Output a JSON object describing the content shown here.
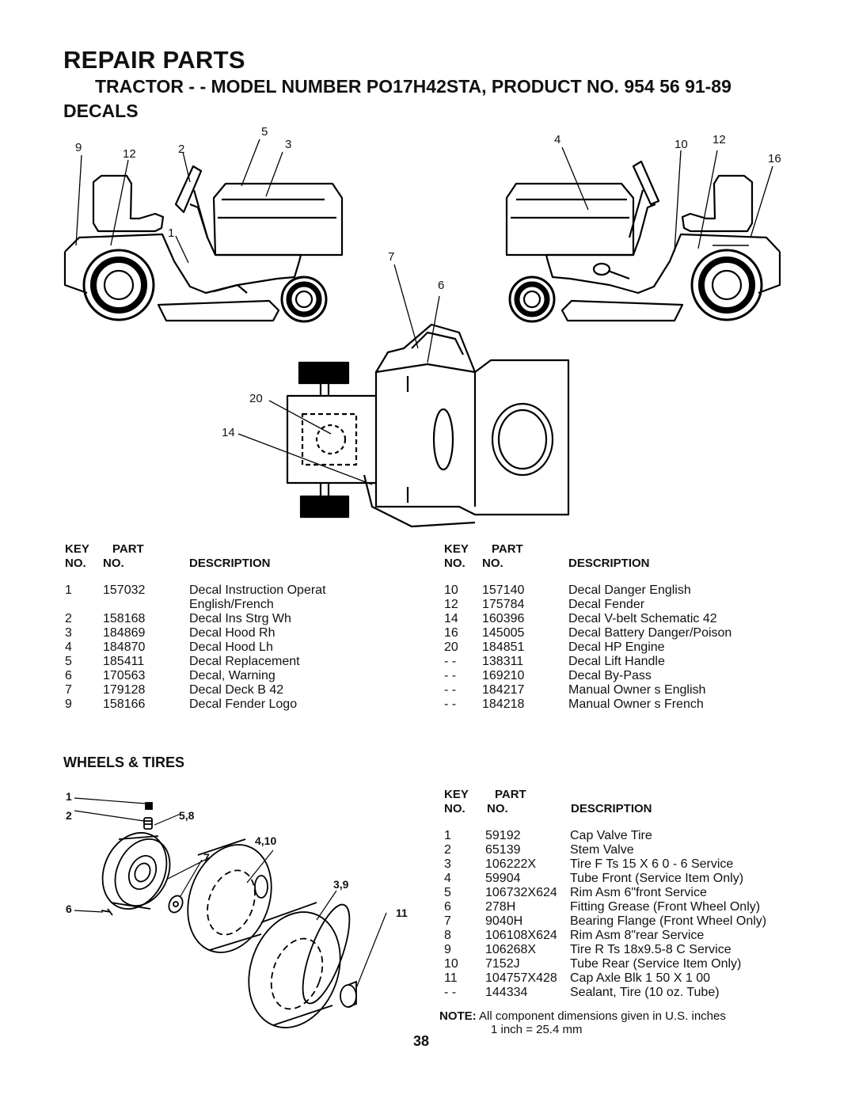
{
  "header": {
    "title": "REPAIR PARTS",
    "subtitle": "TRACTOR - - MODEL NUMBER PO17H42STA, PRODUCT NO. 954 56 91-89",
    "section_decals": "DECALS",
    "section_wheels": "WHEELS & TIRES"
  },
  "decals_callouts": {
    "c9": "9",
    "c12a": "12",
    "c2": "2",
    "c5": "5",
    "c3": "3",
    "c1": "1",
    "c4": "4",
    "c10": "10",
    "c12b": "12",
    "c16": "16",
    "c7": "7",
    "c6": "6",
    "c20": "20",
    "c14": "14"
  },
  "wheels_callouts": {
    "c1": "1",
    "c2": "2",
    "c58": "5,8",
    "c410": "4,10",
    "c7": "7",
    "c39": "3,9",
    "c6": "6",
    "c11": "11"
  },
  "table_headers": {
    "key": "KEY",
    "part": "PART",
    "no": "NO.",
    "no2": "NO.",
    "description": "DESCRIPTION"
  },
  "decals_left": [
    {
      "key": "1",
      "part": "157032",
      "desc": "Decal Instruction Operat"
    },
    {
      "key": "",
      "part": "",
      "desc": "English/French"
    },
    {
      "key": "2",
      "part": "158168",
      "desc": "Decal Ins Strg Wh"
    },
    {
      "key": "3",
      "part": "184869",
      "desc": "Decal Hood Rh"
    },
    {
      "key": "4",
      "part": "184870",
      "desc": "Decal Hood Lh"
    },
    {
      "key": "5",
      "part": "185411",
      "desc": "Decal Replacement"
    },
    {
      "key": "6",
      "part": "170563",
      "desc": "Decal, Warning"
    },
    {
      "key": "7",
      "part": "179128",
      "desc": "Decal Deck  B  42"
    },
    {
      "key": "9",
      "part": "158166",
      "desc": "Decal Fender Logo"
    }
  ],
  "decals_right": [
    {
      "key": "10",
      "part": "157140",
      "desc": "Decal Danger English"
    },
    {
      "key": "12",
      "part": "175784",
      "desc": "Decal Fender"
    },
    {
      "key": "14",
      "part": "160396",
      "desc": "Decal V-belt Schematic 42"
    },
    {
      "key": "16",
      "part": "145005",
      "desc": "Decal Battery Danger/Poison"
    },
    {
      "key": "20",
      "part": "184851",
      "desc": "Decal HP Engine"
    },
    {
      "key": "- -",
      "part": "138311",
      "desc": "Decal Lift Handle"
    },
    {
      "key": "- -",
      "part": "169210",
      "desc": "Decal By-Pass"
    },
    {
      "key": "- -",
      "part": "184217",
      "desc": "Manual Owner s English"
    },
    {
      "key": "- -",
      "part": "184218",
      "desc": "Manual Owner s French"
    }
  ],
  "wheels_table": [
    {
      "key": "1",
      "part": "59192",
      "desc": "Cap Valve Tire"
    },
    {
      "key": "2",
      "part": "65139",
      "desc": "Stem Valve"
    },
    {
      "key": "3",
      "part": "106222X",
      "desc": "Tire F Ts 15 X 6 0 - 6 Service"
    },
    {
      "key": "4",
      "part": "59904",
      "desc": "Tube  Front (Service Item Only)"
    },
    {
      "key": "5",
      "part": "106732X624",
      "desc": "Rim Asm 6\"front Service"
    },
    {
      "key": "6",
      "part": "278H",
      "desc": "Fitting Grease (Front Wheel Only)"
    },
    {
      "key": "7",
      "part": "9040H",
      "desc": "Bearing Flange (Front Wheel Only)"
    },
    {
      "key": "8",
      "part": "106108X624",
      "desc": "Rim Asm 8\"rear Service"
    },
    {
      "key": "9",
      "part": "106268X",
      "desc": "Tire R Ts 18x9.5-8 C Service"
    },
    {
      "key": "10",
      "part": "7152J",
      "desc": "Tube Rear (Service Item Only)"
    },
    {
      "key": "11",
      "part": "104757X428",
      "desc": "Cap Axle Blk 1 50 X 1 00"
    },
    {
      "key": "- -",
      "part": "144334",
      "desc": "Sealant, Tire (10 oz. Tube)"
    }
  ],
  "note": {
    "label": "NOTE:",
    "line1": "All component dimensions given in U.S. inches",
    "line2": "1 inch = 25.4 mm"
  },
  "page_number": "38"
}
